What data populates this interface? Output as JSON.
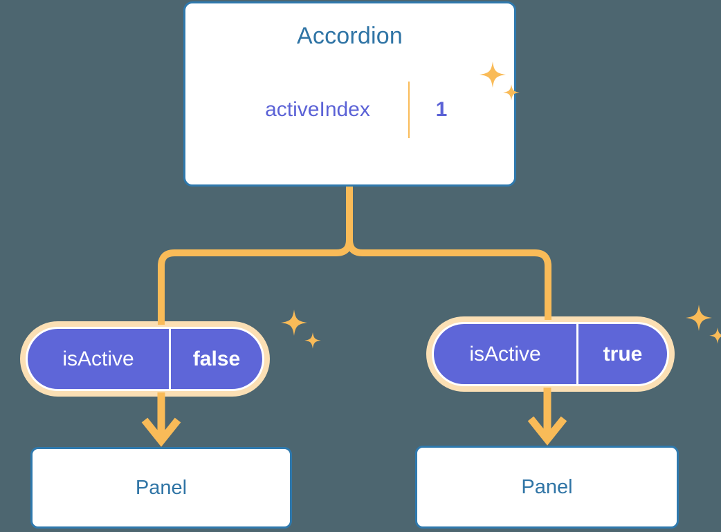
{
  "theme": {
    "background": "#4d6670",
    "card_background": "#ffffff",
    "card_border": "#2f79ad",
    "title_text": "#2f74a5",
    "pill_ring": "#f9bb58",
    "pill_halo": "#fbdfb4",
    "pill_fill_purple": "#5e66d8",
    "pill_text_purple": "#5b62d6",
    "connector": "#f9bb58",
    "sparkle": "#f9bb58"
  },
  "diagram": {
    "type": "component-tree",
    "root": {
      "title": "Accordion",
      "state_pill": {
        "key": "activeIndex",
        "value": "1",
        "sparkle_count": 2
      }
    },
    "children": [
      {
        "prop_pill": {
          "key": "isActive",
          "value": "false",
          "sparkle_count": 2
        },
        "component": {
          "title": "Panel"
        }
      },
      {
        "prop_pill": {
          "key": "isActive",
          "value": "true",
          "sparkle_count": 2
        },
        "component": {
          "title": "Panel"
        }
      }
    ]
  }
}
